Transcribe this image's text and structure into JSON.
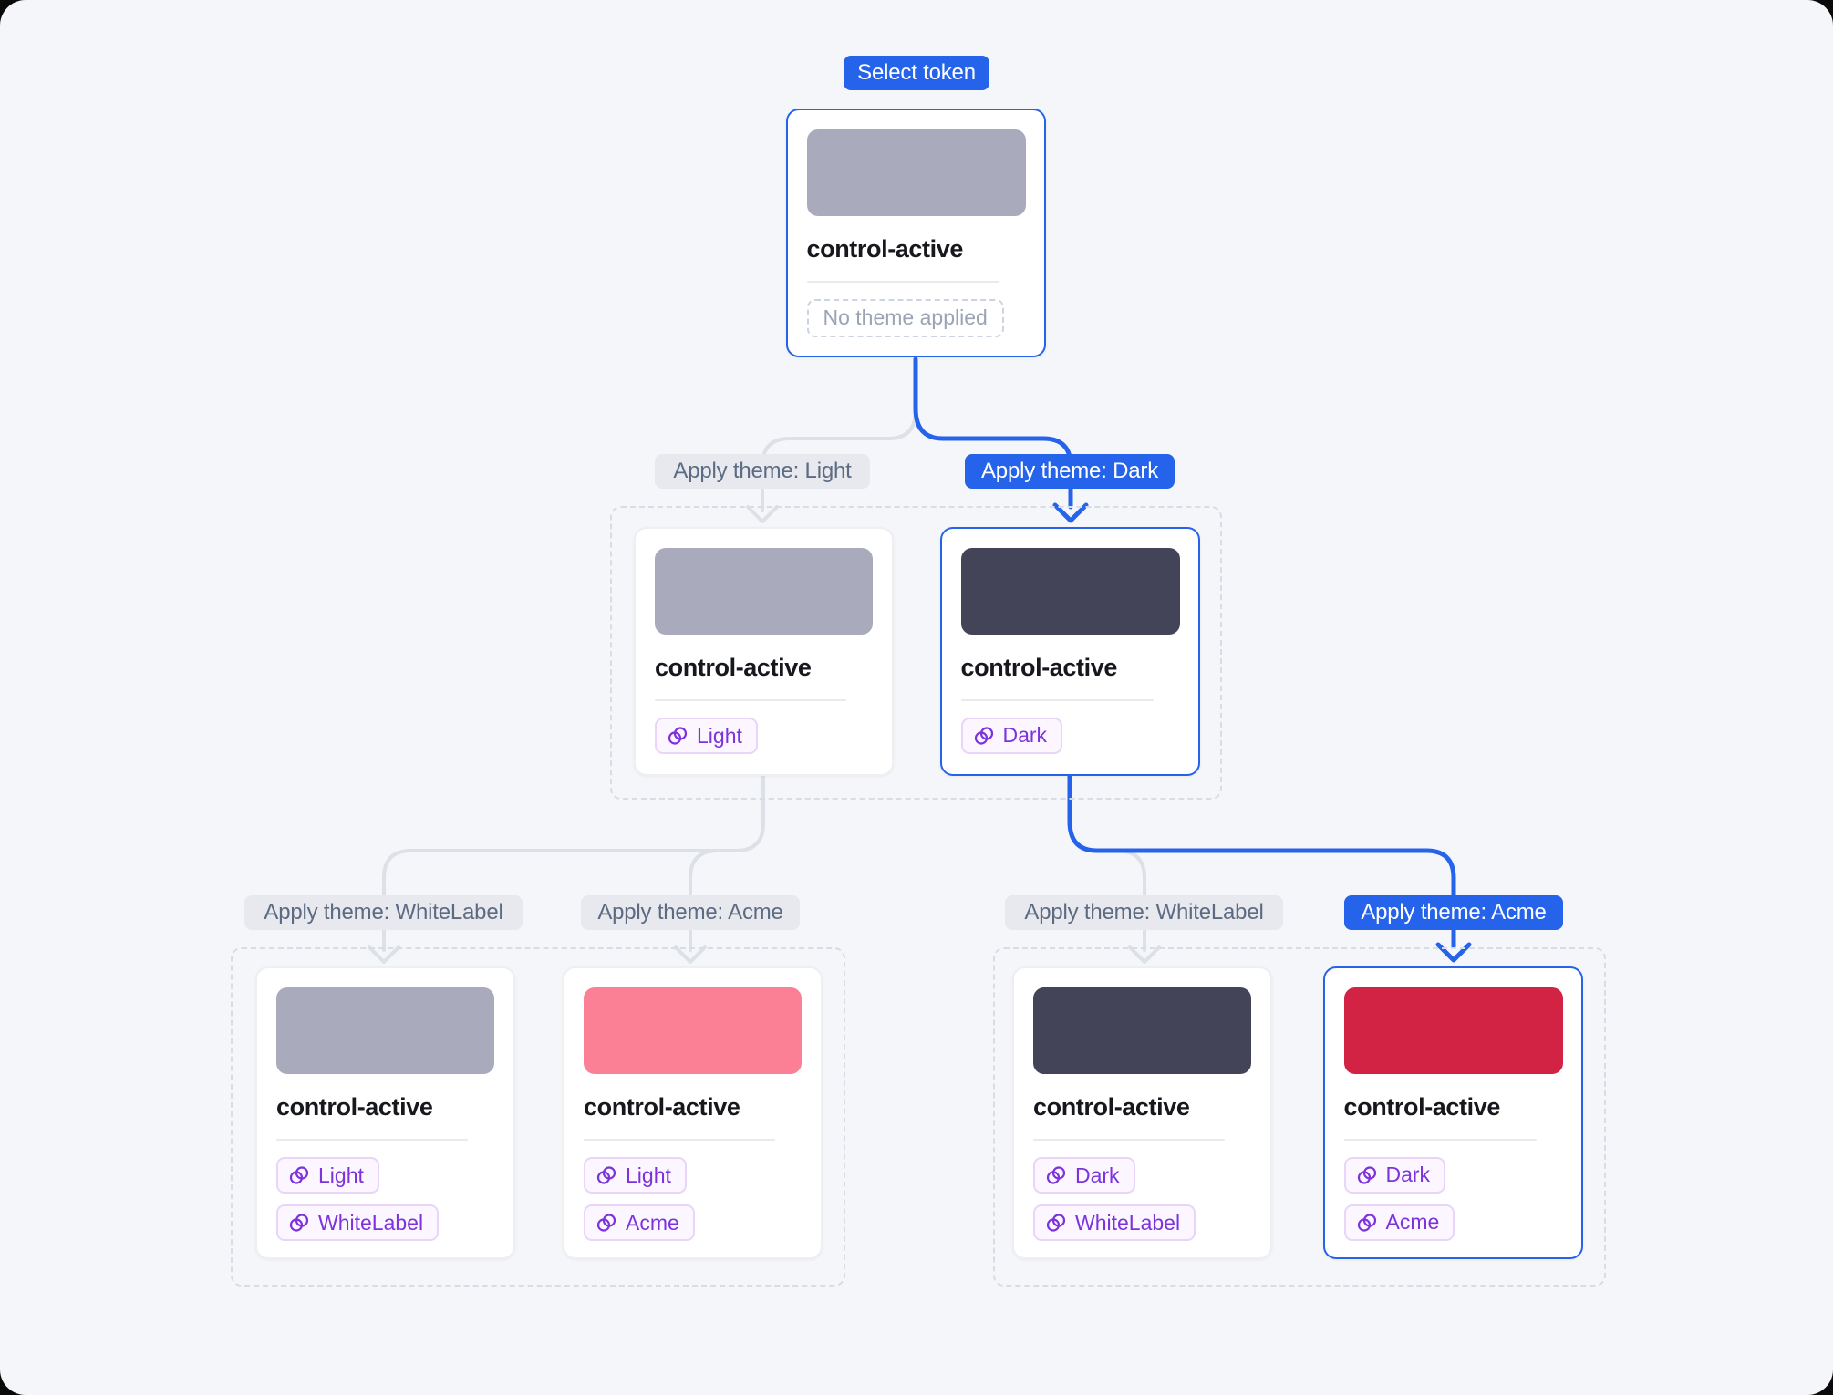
{
  "annotations": {
    "select_token": "Select token",
    "apply_light": "Apply theme: Light",
    "apply_dark": "Apply theme: Dark",
    "apply_whitelabel": "Apply theme: WhiteLabel",
    "apply_acme": "Apply theme: Acme"
  },
  "nodes": {
    "root": {
      "token": "control-active",
      "status": "No theme applied",
      "swatch": "#A9AABC"
    },
    "light": {
      "token": "control-active",
      "themes": [
        "Light"
      ],
      "swatch": "#A9AABC"
    },
    "dark": {
      "token": "control-active",
      "themes": [
        "Dark"
      ],
      "swatch": "#444459"
    },
    "light_whitelabel": {
      "token": "control-active",
      "themes": [
        "Light",
        "WhiteLabel"
      ],
      "swatch": "#A9AABC"
    },
    "light_acme": {
      "token": "control-active",
      "themes": [
        "Light",
        "Acme"
      ],
      "swatch": "#FC8095"
    },
    "dark_whitelabel": {
      "token": "control-active",
      "themes": [
        "Dark",
        "WhiteLabel"
      ],
      "swatch": "#444459"
    },
    "dark_acme": {
      "token": "control-active",
      "themes": [
        "Dark",
        "Acme"
      ],
      "swatch": "#D22345"
    }
  },
  "colors": {
    "accent_blue": "#2563EB",
    "inactive_line": "#DDE0E6",
    "chip_purple": "#7D33DC",
    "canvas_bg": "#F5F6F9"
  }
}
